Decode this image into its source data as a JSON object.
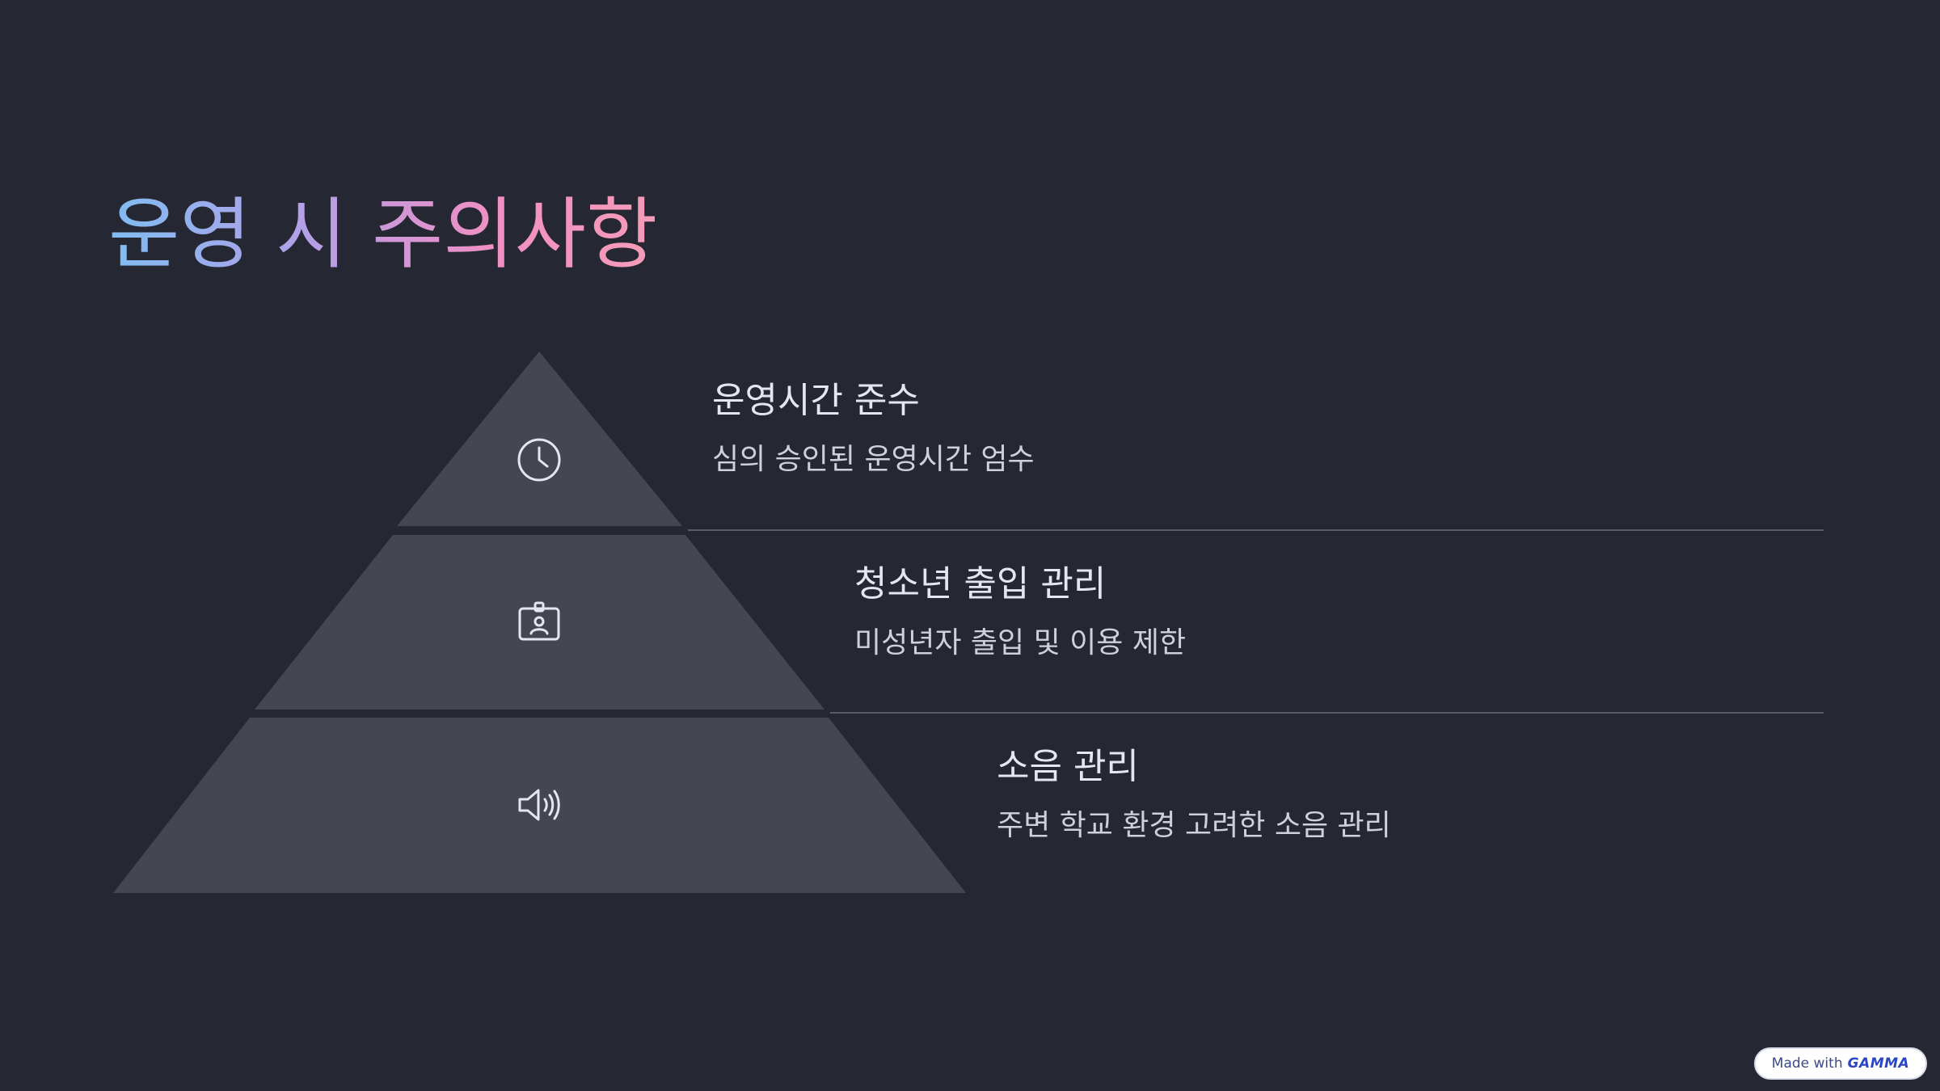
{
  "slide": {
    "title": "운영 시 주의사항",
    "tiers": [
      {
        "title": "운영시간 준수",
        "description": "심의 승인된 운영시간 엄수",
        "icon": "clock-icon"
      },
      {
        "title": "청소년 출입 관리",
        "description": "미성년자 출입 및 이용 제한",
        "icon": "id-badge-icon"
      },
      {
        "title": "소음 관리",
        "description": "주변 학교 환경 고려한 소음 관리",
        "icon": "speaker-icon"
      }
    ]
  },
  "colors": {
    "background": "#252733",
    "tier_fill": "#444652",
    "divider": "#5a5c68",
    "title_gradient": [
      "#7fbcf2",
      "#b79ee6",
      "#f08fc3"
    ]
  },
  "badge": {
    "prefix": "Made with",
    "brand": "GAMMA"
  }
}
